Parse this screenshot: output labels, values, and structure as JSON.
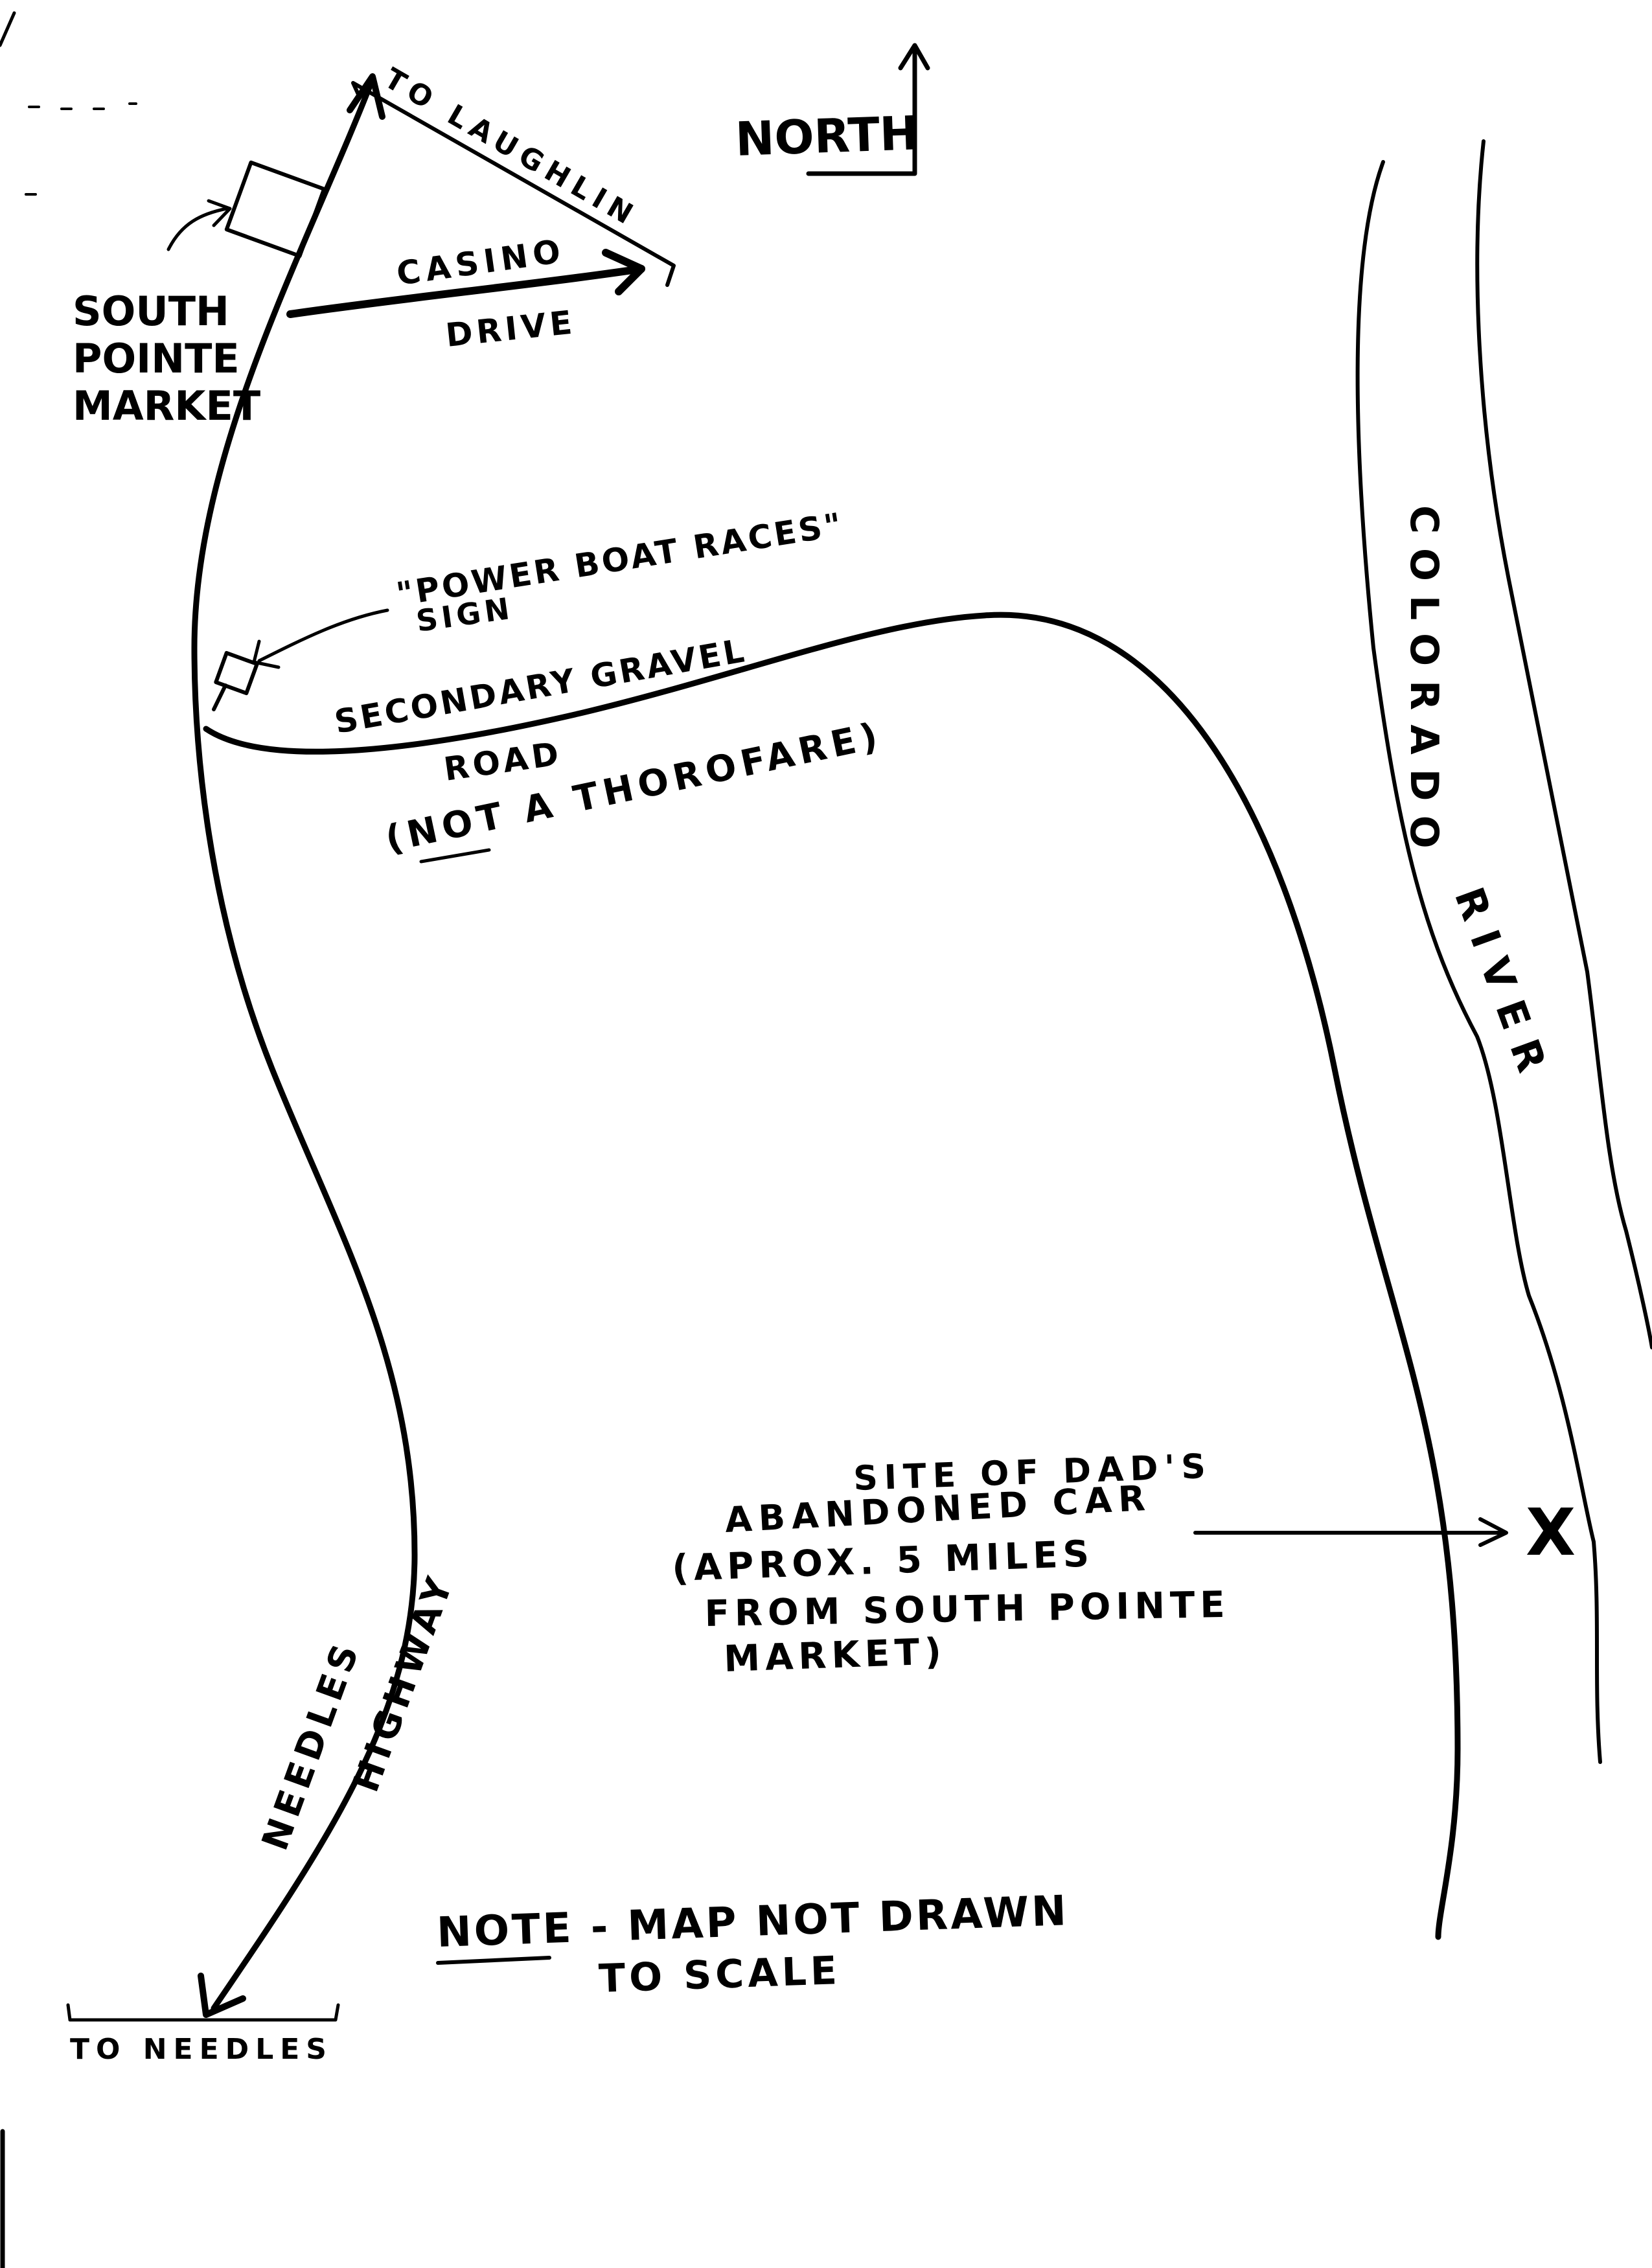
{
  "labels": {
    "to_laughlin": "TO LAUGHLIN",
    "north": "NORTH",
    "casino_drive_line1": "CASINO",
    "casino_drive_line2": "DRIVE",
    "market_line1": "SOUTH",
    "market_line2": "POINTE",
    "market_line3": "MARKET",
    "sign_line1": "\"POWER BOAT RACES\"",
    "sign_line2": "SIGN",
    "gravel_line1": "SECONDARY GRAVEL",
    "gravel_line2": "ROAD",
    "gravel_line3_open": "(",
    "gravel_line3_not": "NOT",
    "gravel_line3_rest": " A THOROFARE)",
    "colorado": "COLORADO",
    "river": "RIVER",
    "site_line1": "SITE OF DAD'S",
    "site_line2": "ABANDONED CAR",
    "site_line3": "(APROX. 5 MILES",
    "site_line4": "FROM SOUTH POINTE",
    "site_line5": "MARKET)",
    "highway_line1": "NEEDLES",
    "highway_line2": "HIGHWAY",
    "note_word": "NOTE",
    "note_rest": " - MAP NOT DRAWN",
    "note_line2": "TO SCALE",
    "to_needles": "TO NEEDLES"
  },
  "markers": {
    "site_marker": "X"
  },
  "colors": {
    "ink": "#000000",
    "paper": "#ffffff"
  },
  "icons": {
    "north_arrow": "north-arrow-icon",
    "market_building": "building-icon",
    "sign": "signpost-icon",
    "site": "x-marker-icon"
  }
}
